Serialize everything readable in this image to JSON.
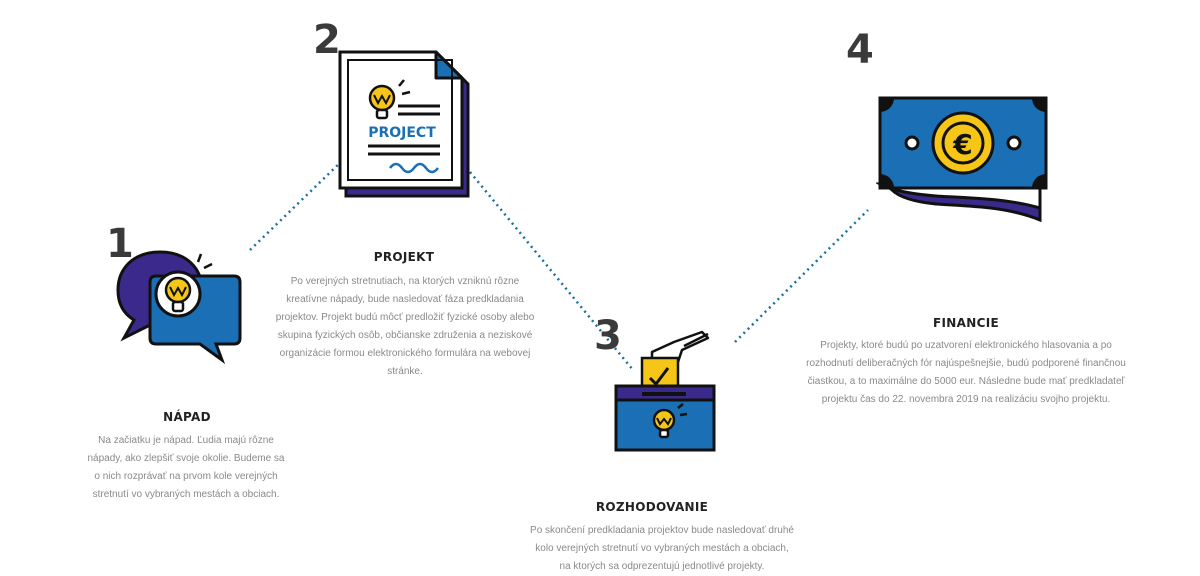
{
  "colors": {
    "blue": "#1a6fb5",
    "purple": "#3b2a8c",
    "yellow": "#f5c518",
    "dark": "#111111",
    "dotted_line": "#1a6fa0"
  },
  "steps": [
    {
      "number": "1",
      "title": "NÁPAD",
      "icon": "idea-chat-bubbles-icon",
      "description": "Na začiatku je nápad. Ľudia majú rôzne nápady, ako zlepšiť svoje okolie. Budeme sa o nich rozprávať na prvom kole verejných stretnutí vo vybraných mestách a obciach."
    },
    {
      "number": "2",
      "title": "PROJEKT",
      "icon": "project-document-icon",
      "icon_text": "PROJECT",
      "description": "Po verejných stretnutiach, na ktorých vzniknú rôzne kreatívne nápady, bude nasledovať fáza predkladania projektov. Projekt budú môcť predložiť fyzické osoby alebo skupina fyzických osôb, občianske združenia a neziskové organizácie formou elektronického formulára na webovej stránke."
    },
    {
      "number": "3",
      "title": "ROZHODOVANIE",
      "icon": "ballot-box-icon",
      "description": "Po skončení predkladania projektov bude nasledovať druhé kolo verejných stretnutí vo vybraných mestách a obciach, na ktorých sa odprezentujú jednotlivé projekty."
    },
    {
      "number": "4",
      "title": "FINANCIE",
      "icon": "euro-banknote-icon",
      "icon_text": "€",
      "description": "Projekty, ktoré budú po uzatvorení elektronického hlasovania a po rozhodnutí deliberačných fór najúspešnejšie, budú podporené finančnou čiastkou, a to maximálne do 5000 eur. Následne bude mať predkladateľ projektu čas do 22. novembra 2019 na realizáciu svojho projektu."
    }
  ]
}
